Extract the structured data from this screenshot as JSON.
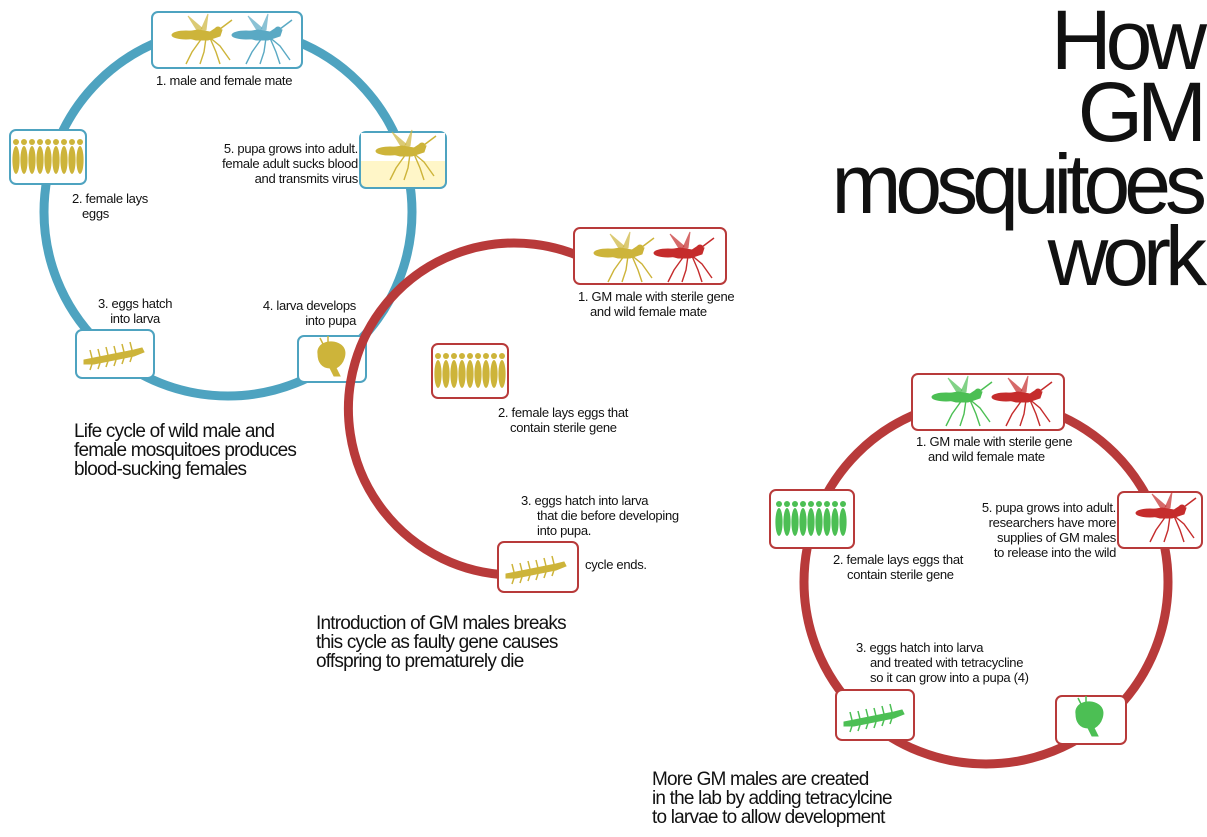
{
  "title": {
    "line1": "How",
    "line2": "GM",
    "line3": "mosquitoes",
    "line4": "work"
  },
  "colors": {
    "wild_cycle": "#4ea3c0",
    "gm_cycle": "#b83a3a",
    "wild_insect": "#cdb43a",
    "wild_male": "#5aa9c4",
    "gm_male": "#4cbf54",
    "female_red": "#c52c2c"
  },
  "cycle_wild": {
    "step1": "1. male and female mate",
    "step2a": "2. female lays",
    "step2b": "eggs",
    "step3a": "3. eggs hatch",
    "step3b": "into larva",
    "step4a": "4. larva develops",
    "step4b": "into pupa",
    "step5a": "5. pupa grows into adult.",
    "step5b": "female adult sucks blood",
    "step5c": "and transmits virus",
    "caption1": "Life cycle of wild male and",
    "caption2": "female mosquitoes produces",
    "caption3": "blood-sucking females"
  },
  "cycle_gm": {
    "step1a": "1. GM male with sterile gene",
    "step1b": "and wild female mate",
    "step2a": "2. female lays eggs that",
    "step2b": "contain sterile gene",
    "step3a": "3. eggs hatch into larva",
    "step3b": "that die before developing",
    "step3c": "into pupa.",
    "cycle_ends": "cycle ends.",
    "caption1": "Introduction of  GM males breaks",
    "caption2": "this cycle as faulty gene causes",
    "caption3": "offspring to prematurely die"
  },
  "cycle_lab": {
    "step1a": "1. GM male with sterile gene",
    "step1b": "and wild female mate",
    "step2a": "2. female lays eggs that",
    "step2b": "contain sterile gene",
    "step3a": "3. eggs hatch into larva",
    "step3b": "and treated with tetracycline",
    "step3c": "so it can grow into a pupa (4)",
    "step5a": "5. pupa grows into adult.",
    "step5b": "researchers have more",
    "step5c": "supplies of GM males",
    "step5d": "to release into the wild",
    "caption1": "More GM males are created",
    "caption2": "in the lab by adding tetracylcine",
    "caption3": "to larvae to allow development"
  }
}
